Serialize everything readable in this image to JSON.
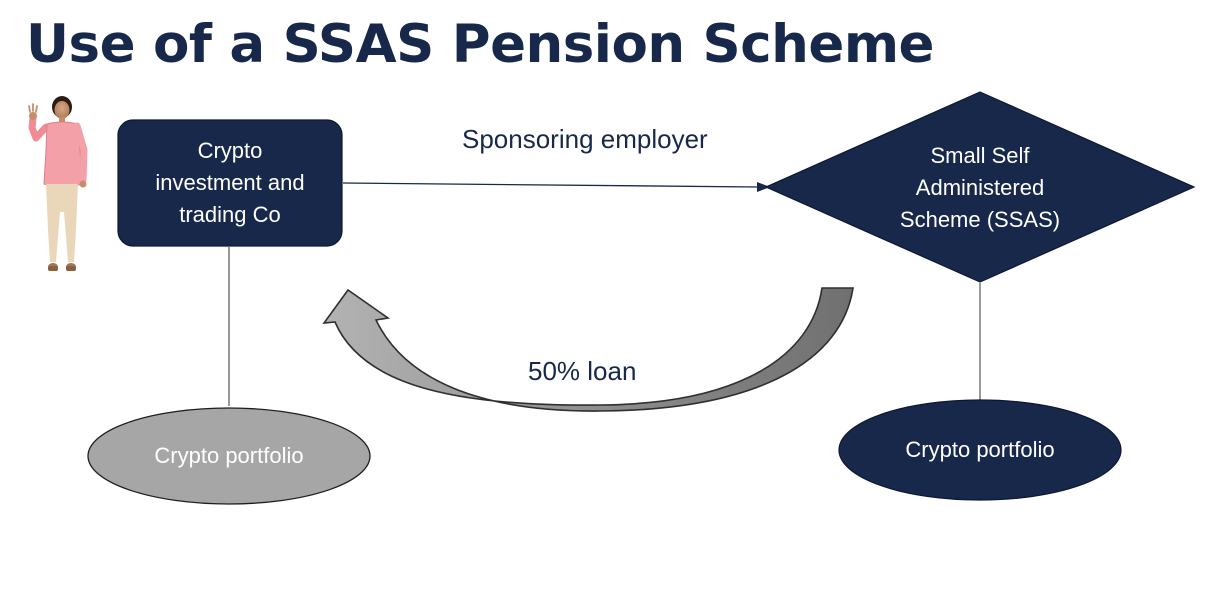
{
  "title": "Use of a SSAS Pension Scheme",
  "nodes": {
    "company": {
      "label": "Crypto\ninvestment and\ntrading Co"
    },
    "ssas": {
      "label": "Small Self\nAdministered\nScheme (SSAS)"
    },
    "company_portfolio": {
      "label": "Crypto portfolio"
    },
    "ssas_portfolio": {
      "label": "Crypto portfolio"
    }
  },
  "edges": {
    "sponsoring": {
      "label": "Sponsoring employer"
    },
    "loan": {
      "label": "50% loan"
    }
  },
  "colors": {
    "navy": "#17284b",
    "gray": "#a6a6a6",
    "dark_gray": "#7f7f7f",
    "line": "#3b3b3b",
    "white": "#ffffff"
  }
}
